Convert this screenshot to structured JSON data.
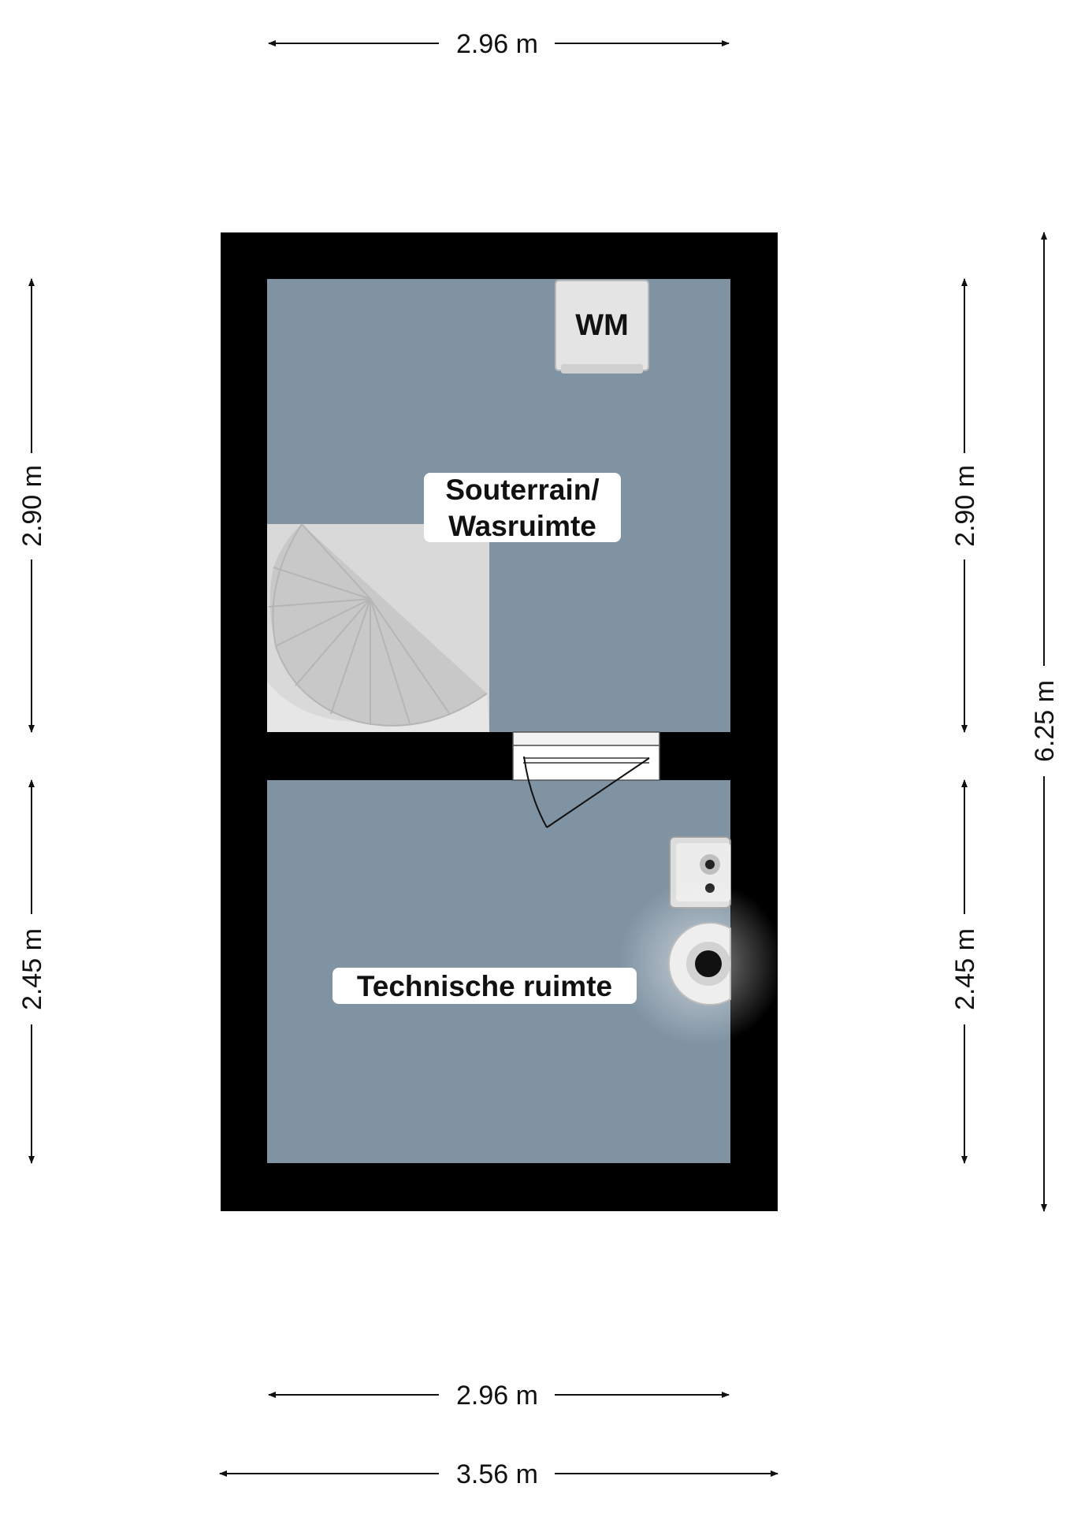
{
  "colors": {
    "wall": "#000000",
    "floor": "#7f93a3",
    "stairs": "#d9d9d9",
    "appliance": "#e4e4e4",
    "label_bg": "#ffffff",
    "text": "#111111"
  },
  "dimensions": {
    "top_width": "2.96 m",
    "bottom_inner_width": "2.96 m",
    "bottom_outer_width": "3.56 m",
    "left_upper": "2.90 m",
    "left_lower": "2.45 m",
    "right_upper": "2.90 m",
    "right_lower": "2.45 m",
    "right_total": "6.25 m"
  },
  "rooms": {
    "upper": {
      "line1": "Souterrain/",
      "line2": "Wasruimte"
    },
    "lower": {
      "label": "Technische ruimte"
    }
  },
  "fixtures": {
    "washing_machine": "WM"
  }
}
